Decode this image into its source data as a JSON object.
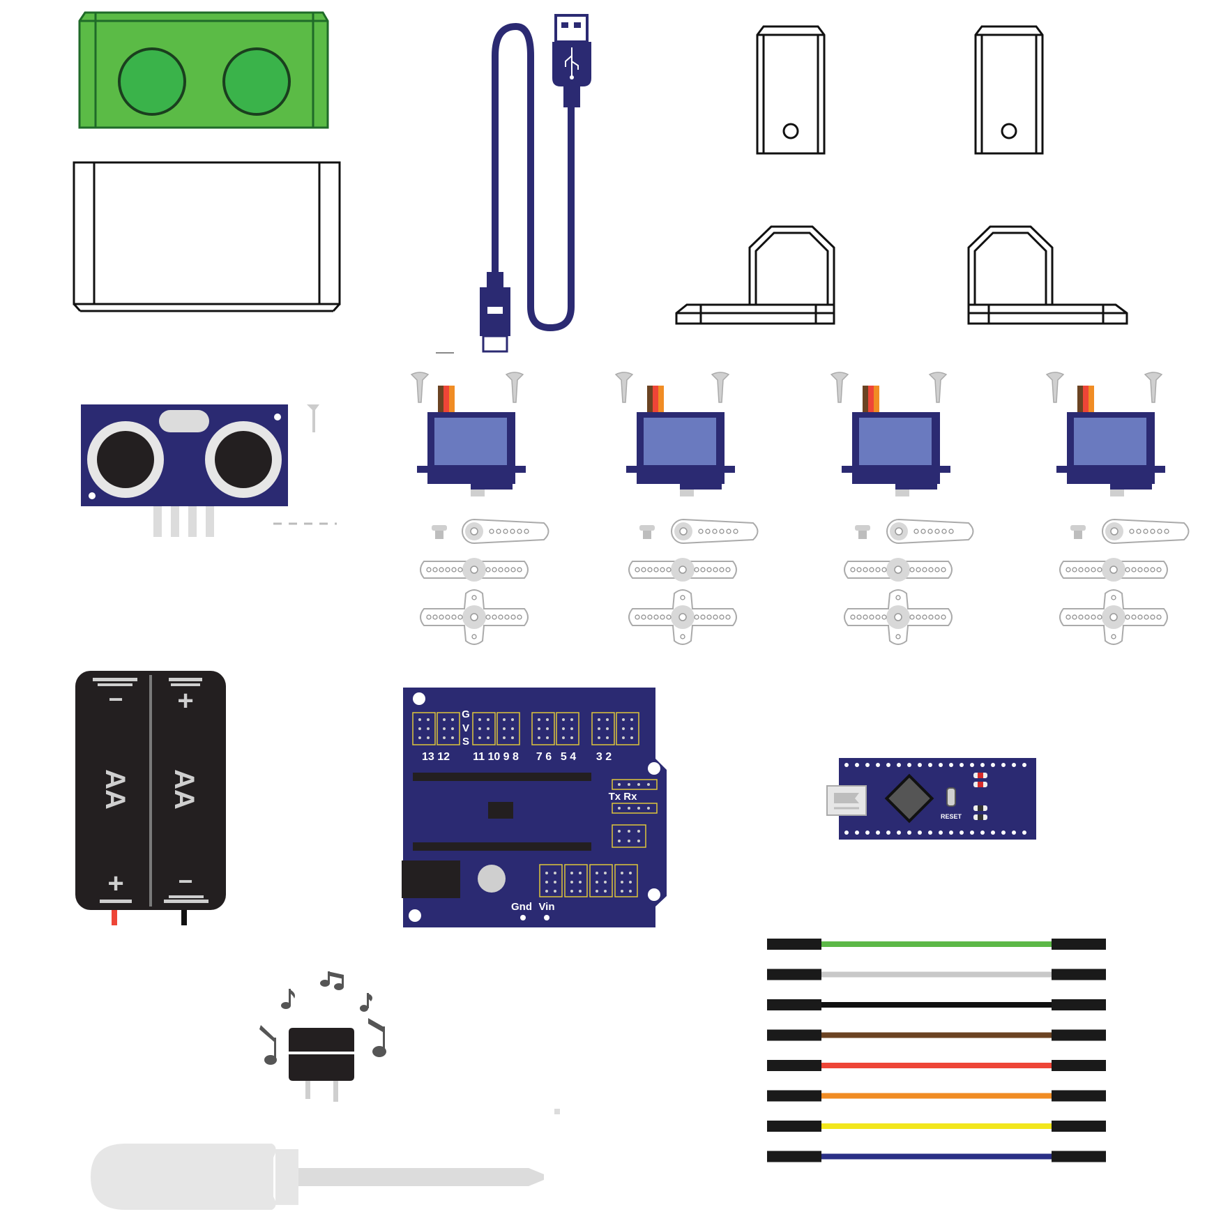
{
  "battery": {
    "cell_left_label": "AA",
    "cell_right_label": "AA",
    "left_top_sign": "−",
    "left_bottom_sign": "+",
    "right_top_sign": "+",
    "right_bottom_sign": "−"
  },
  "shield": {
    "gvs_g": "G",
    "gvs_v": "V",
    "gvs_s": "S",
    "pins_a": "13 12",
    "pins_b": "11 10 9 8",
    "pins_c": "7 6",
    "pins_d": "5 4",
    "pins_e": "3 2",
    "txrx": "Tx Rx",
    "gnd": "Gnd",
    "vin": "Vin"
  },
  "nano": {
    "reset_label": "RESET"
  },
  "colors": {
    "navy": "#2b2a72",
    "servo_screen": "#6a7abf",
    "green_dark": "#1f7a2e",
    "green": "#5bbb46",
    "grey_light": "#dcdcdc"
  },
  "jumper_wires": [
    {
      "color": "#5cb847"
    },
    {
      "color": "#c8c8c8"
    },
    {
      "color": "#111111"
    },
    {
      "color": "#6b4322"
    },
    {
      "color": "#ee4537"
    },
    {
      "color": "#f08c24"
    },
    {
      "color": "#f2e61c"
    },
    {
      "color": "#2a2f86"
    }
  ]
}
